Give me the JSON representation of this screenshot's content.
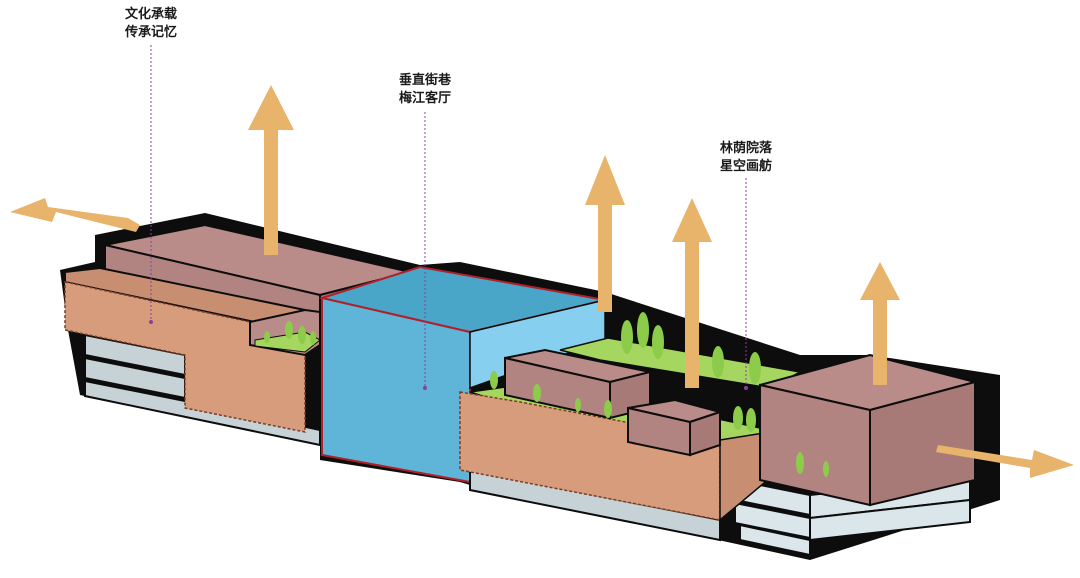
{
  "annotations": [
    {
      "id": "culture",
      "lines": [
        "文化承载",
        "传承记忆"
      ]
    },
    {
      "id": "street",
      "lines": [
        "垂直街巷",
        "梅江客厅"
      ]
    },
    {
      "id": "courtyard",
      "lines": [
        "林荫院落",
        "星空画舫"
      ]
    }
  ],
  "colors": {
    "outline": "#0d0d0d",
    "roof_mauve": "#b98c89",
    "terracotta": "#d79c7c",
    "glass_blue_front": "#5fb5d8",
    "glass_blue_top": "#4aa6c8",
    "glass_blue_side": "#86cfee",
    "lawn_green": "#a5d65f",
    "tree_green": "#8ccc4a",
    "base_grey": "#c6d2d6",
    "arrow_tan": "#e8b36a",
    "leader_purple": "#8a3fa0"
  }
}
